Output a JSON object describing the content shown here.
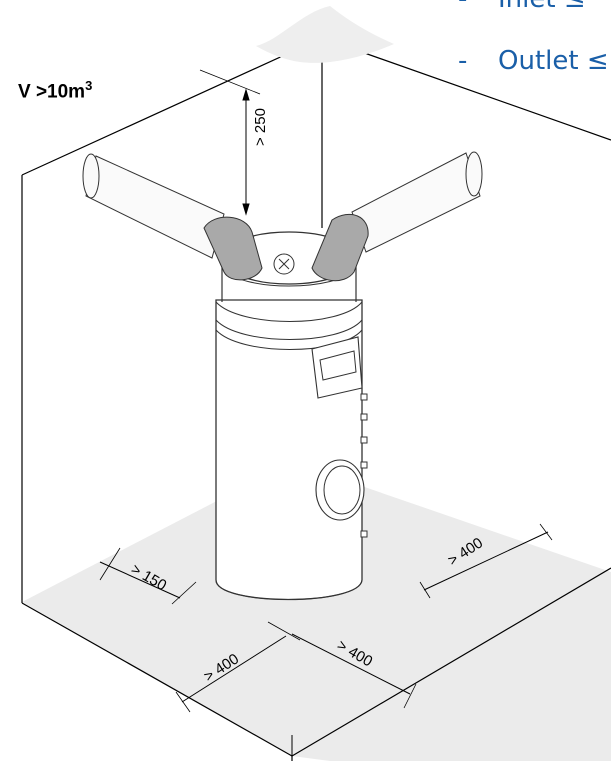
{
  "header": {
    "bullets": [
      {
        "dash": "-",
        "text": "Inlet ≤"
      },
      {
        "dash": "-",
        "text": "Outlet ≤"
      }
    ]
  },
  "room": {
    "volume_prefix": "V >10m",
    "volume_exponent": "3"
  },
  "dimensions": {
    "top_clearance": "> 250",
    "left_clearance": "> 150",
    "right_clearance": "> 400",
    "front_left": "> 400",
    "front_right": "> 400"
  },
  "colors": {
    "text_blue": "#1a5fa8",
    "floor_grey": "#ebebeb",
    "elbow_grey": "#a9a9a9"
  }
}
